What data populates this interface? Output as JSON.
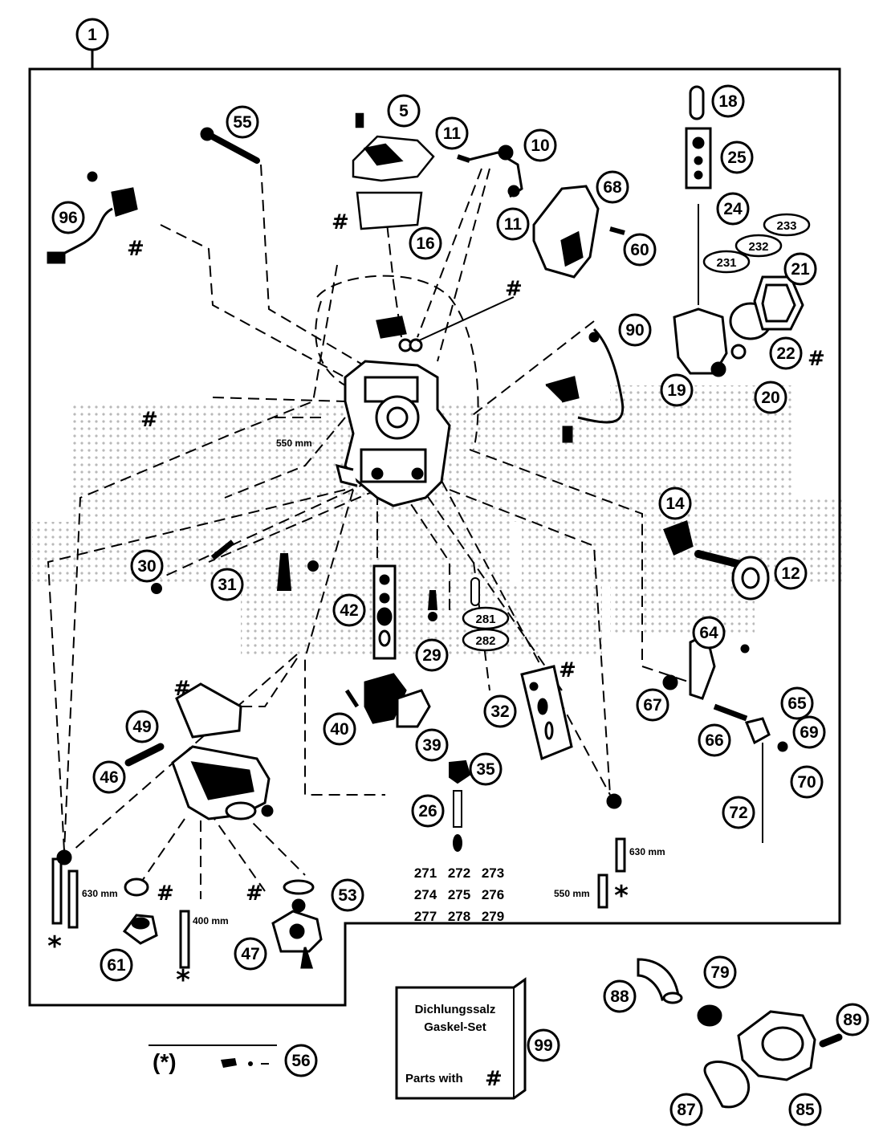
{
  "diagram": {
    "assembly_number": "1",
    "callouts": [
      "5",
      "10",
      "11",
      "11",
      "12",
      "14",
      "16",
      "18",
      "19",
      "20",
      "21",
      "22",
      "24",
      "25",
      "26",
      "29",
      "30",
      "31",
      "32",
      "35",
      "39",
      "40",
      "42",
      "46",
      "47",
      "49",
      "53",
      "55",
      "56",
      "60",
      "61",
      "64",
      "65",
      "66",
      "67",
      "68",
      "69",
      "70",
      "72",
      "79",
      "85",
      "87",
      "88",
      "89",
      "90",
      "96",
      "99"
    ],
    "oval_callouts": [
      "231",
      "232",
      "233",
      "281",
      "282"
    ],
    "part_number_grid": [
      "271",
      "272",
      "273",
      "274",
      "275",
      "276",
      "277",
      "278",
      "279"
    ],
    "dimensions": {
      "d550_left": "550 mm",
      "d550_right": "550 mm",
      "d630_left": "630 mm",
      "d630_right": "630 mm",
      "d400": "400 mm"
    },
    "marker_hash": "#",
    "marker_star": "*",
    "legend": {
      "text": "(*)"
    },
    "gasket_box": {
      "line1": "Dichlungssalz",
      "line2": "Gaskel-Set",
      "line3": "Parts with",
      "symbol": "#"
    }
  }
}
